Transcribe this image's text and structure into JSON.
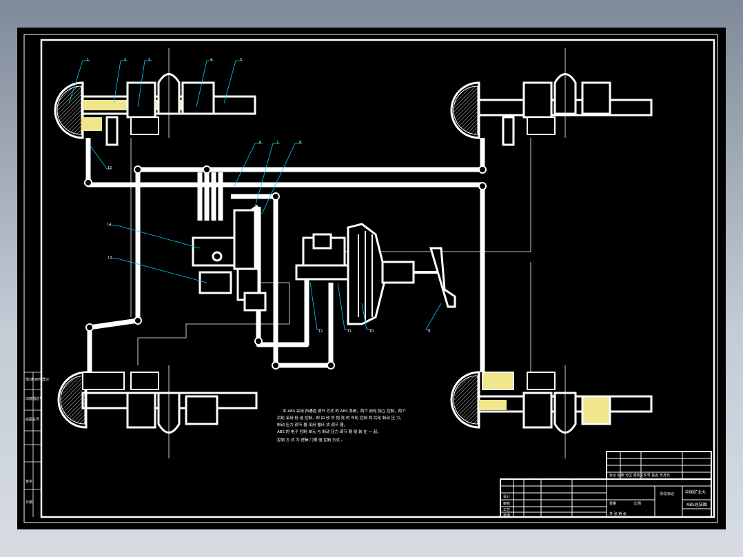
{
  "colors": {
    "background": "#7f8a99",
    "drawing": "#000000",
    "line": "#ffffff",
    "highlight": "#f0e68c",
    "leader": "#00ffff"
  },
  "labels": {
    "l1": "1",
    "l2": "2",
    "l3": "3",
    "l4": "4",
    "l5": "5",
    "l6": "6",
    "l7": "7",
    "l8": "8",
    "l9": "9",
    "l10": "10",
    "l11": "11",
    "l12": "12",
    "l13": "13",
    "l14": "14",
    "l15": "15"
  },
  "left_strip": [
    "借(通)用件登记",
    "旧底图总号",
    "底图总号",
    "签字",
    "日期"
  ],
  "notes": [
    "本 ABS 采用 四通道 调节 方式 的 ABS 系统，两个 前轮 独立 控制，两个",
    "后轮 采用 低 选 控制，即 由 较 早 抱 死 的 车轮 控制 两 后轮 制动 压 力，",
    "制动 压力 调节 器 采用 循环 式 调节 器，",
    "ABS 的 电子 控制 单元 与 制动 压力 调节 器 组 装 在 一 起，",
    "控制 方 式 为 逻辑 门限 值 控制 方式 。"
  ],
  "title_block": {
    "school": "中国矿业大",
    "drawing_name": "ABS总装图",
    "scale_label": "比例",
    "sheet_label": "共 张 第 张",
    "header": "标记 处数 分区 更改文件号 签名 年月日",
    "design": "设计",
    "check": "审核",
    "approve": "批准",
    "process": "工艺",
    "stage": "阶段标记",
    "weight": "重量"
  }
}
